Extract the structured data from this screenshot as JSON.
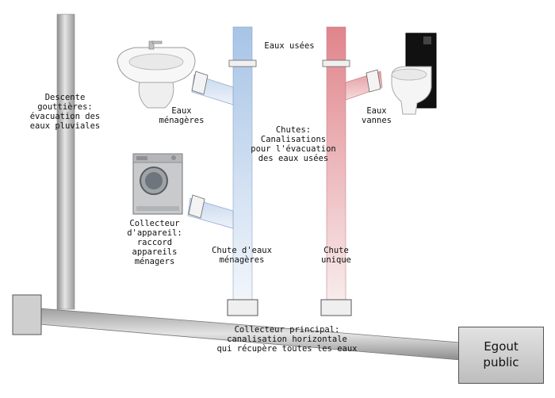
{
  "labels": {
    "eaux_usees": "Eaux usées",
    "eaux_menageres": "Eaux\nménagères",
    "eaux_vannes": "Eaux\nvannes",
    "descente": "Descente\ngouttières:\névacuation des\neaux pluviales",
    "chutes": "Chutes:\nCanalisations\npour l'évacuation\ndes eaux usées",
    "collecteur_appareil": "Collecteur\nd'appareil:\nraccord\nappareils\nménagers",
    "chute_menageres": "Chute d'eaux\nménagères",
    "chute_unique": "Chute\nunique",
    "collecteur_principal": "Collecteur principal:\ncanalisation horizontale\nqui récupère toutes les eaux",
    "egout": "Egout\npublic"
  },
  "colors": {
    "rain_pipe": "#bdbdbd",
    "grey_water_pipe": "#b3cde9",
    "black_water_pipe": "#e8a6ab",
    "main_pipe": "#a9a9a9"
  }
}
